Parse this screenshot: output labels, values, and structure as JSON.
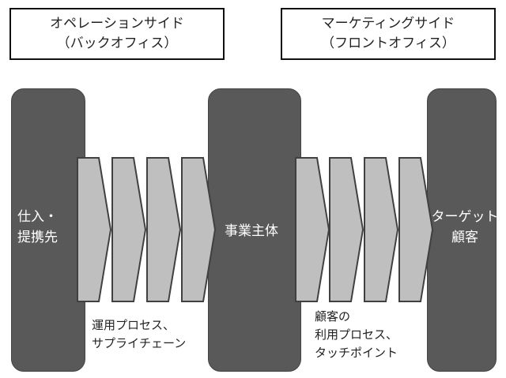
{
  "header_left": {
    "line1": "オペレーションサイド",
    "line2": "（バックオフィス）"
  },
  "header_right": {
    "line1": "マーケティングサイド",
    "line2": "（フロントオフィス）"
  },
  "pillars": [
    {
      "line1": "仕入・",
      "line2": "提携先"
    },
    {
      "line1": "事業主体"
    },
    {
      "line1": "ターゲット",
      "line2": "顧客"
    }
  ],
  "caption_left": {
    "line1": "運用プロセス、",
    "line2": "サプライチェーン"
  },
  "caption_right": {
    "line1": "顧客の",
    "line2": "利用プロセス、",
    "line3": "タッチポイント"
  },
  "colors": {
    "pillar": "#595959",
    "chevron": "#bfbfbf",
    "chevron_stroke": "#404040"
  }
}
